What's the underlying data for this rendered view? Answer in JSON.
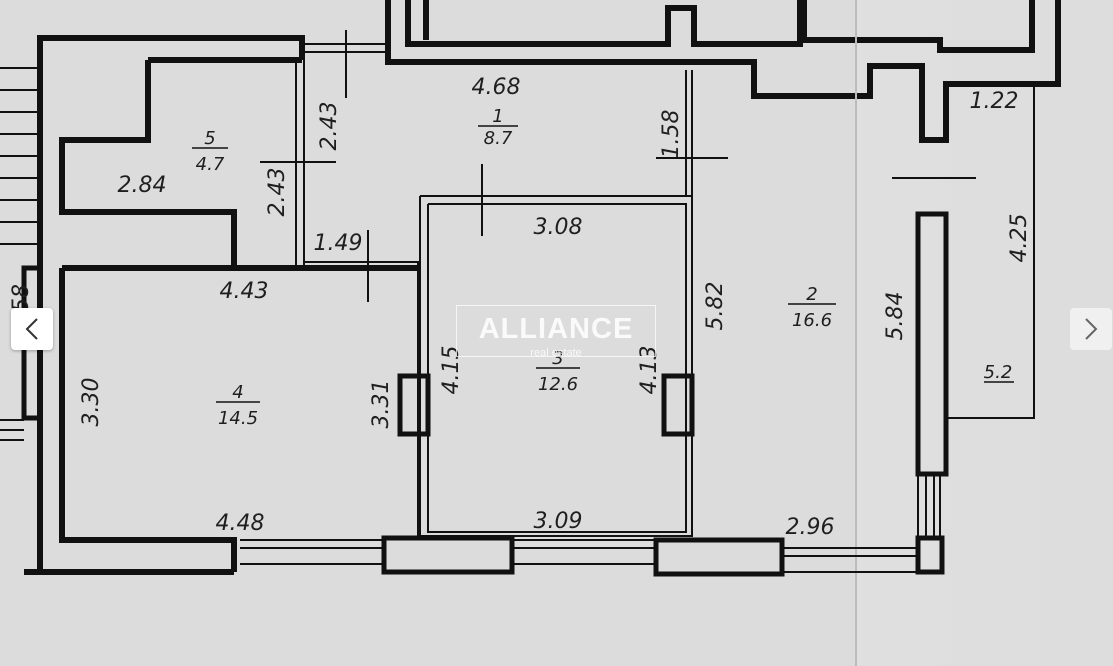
{
  "watermark": {
    "brand": "ALLIANCE",
    "tagline": "real estate"
  },
  "navigation": {
    "prev_icon": "chevron-left-icon",
    "next_icon": "chevron-right-icon"
  },
  "rooms": [
    {
      "id": "room-1",
      "number": "1",
      "area": "8.7"
    },
    {
      "id": "room-2",
      "number": "2",
      "area": "16.6"
    },
    {
      "id": "room-3",
      "number": "3",
      "area": "12.6"
    },
    {
      "id": "room-4",
      "number": "4",
      "area": "14.5"
    },
    {
      "id": "room-5",
      "number": "5",
      "area": "4.7"
    },
    {
      "id": "balcony",
      "number": "",
      "area": "5.2"
    }
  ],
  "dimensions": [
    "4.68",
    "2.43",
    "2.43",
    "1.58",
    "2.84",
    "1.49",
    "3.08",
    "4.43",
    "5.82",
    "5.84",
    "4.25",
    "1.22",
    "3.30",
    "3.31",
    "4.15",
    "4.13",
    "4.48",
    "3.09",
    "2.96",
    "58"
  ],
  "colors": {
    "paper": "#dcdcdc",
    "ink": "#111111",
    "watermark": "#ffffff"
  }
}
